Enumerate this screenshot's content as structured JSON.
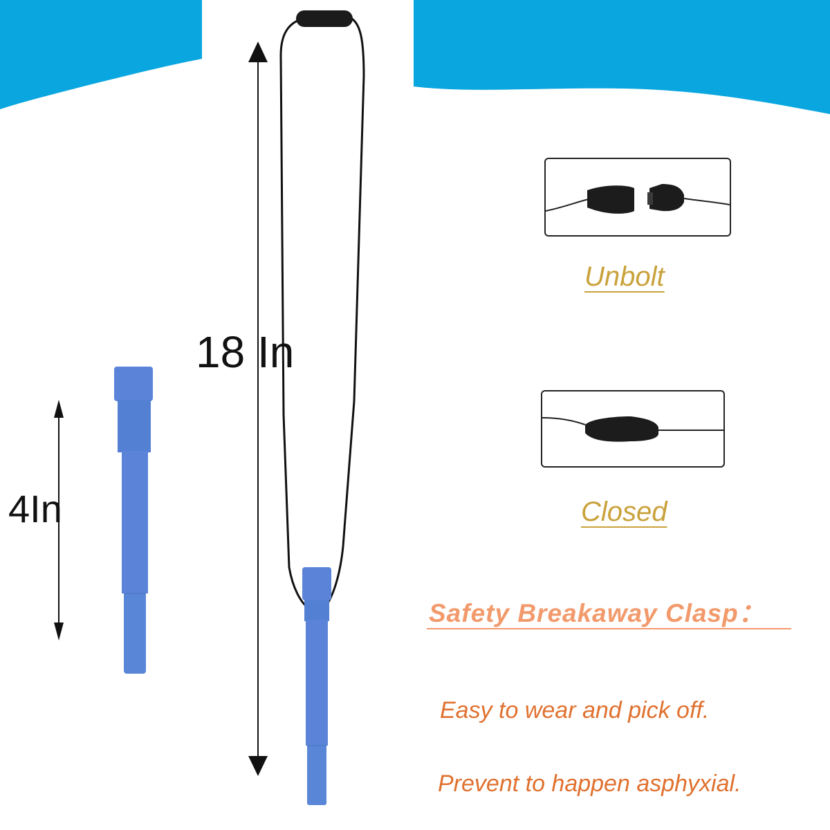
{
  "dimensions": {
    "necklace_length": "18 In",
    "chew_length": "4In"
  },
  "clasp_states": {
    "unbolt_label": "Unbolt",
    "closed_label": "Closed"
  },
  "feature": {
    "heading": "Safety Breakaway Clasp：",
    "line1": "Easy to wear and pick off.",
    "line2": "Prevent to happen asphyxial."
  },
  "colors": {
    "banner_blue": "#0aa6e0",
    "chew_blue": "#5b84d8",
    "caption_gold": "#c9a23c",
    "heading_orange": "#f29a6c",
    "text_orange": "#e0712f",
    "cord_black": "#111111"
  }
}
